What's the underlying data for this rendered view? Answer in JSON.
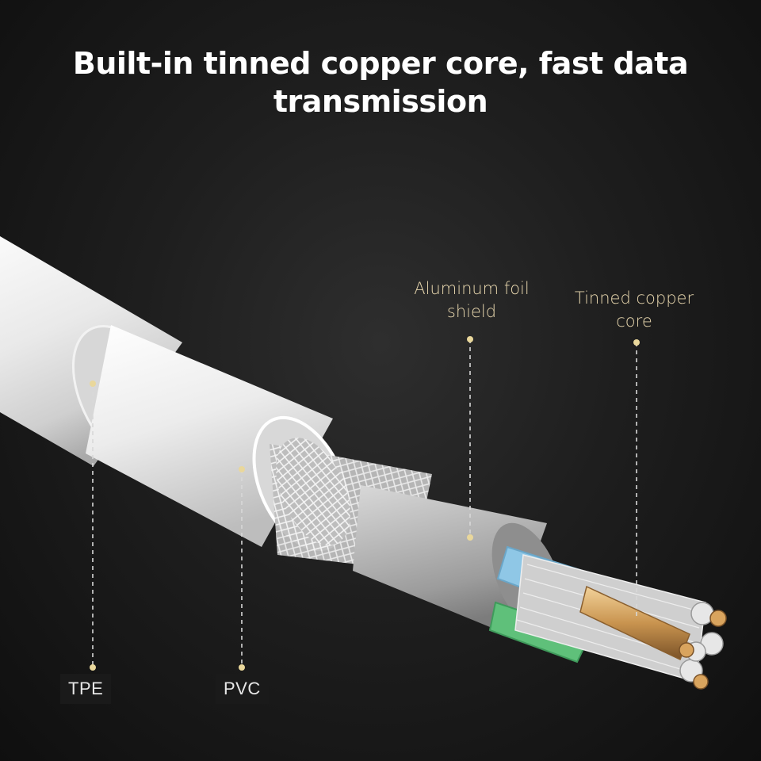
{
  "headline": {
    "line1": "Built-in tinned copper core, fast data",
    "line2": "transmission"
  },
  "callouts": {
    "aluminum_foil": {
      "line1": "Aluminum foil",
      "line2": "shield"
    },
    "tinned_copper": {
      "line1": "Tinned copper",
      "line2": "core"
    }
  },
  "tags": {
    "tpe": "TPE",
    "pvc": "PVC"
  },
  "colors": {
    "background": "#1e1e1e",
    "callout_text": "#e8d7ae",
    "leader_dot": "#e9d79b",
    "wire_blue": "#8fc7e6",
    "wire_green": "#5fc07a",
    "copper": "#c9944f"
  }
}
